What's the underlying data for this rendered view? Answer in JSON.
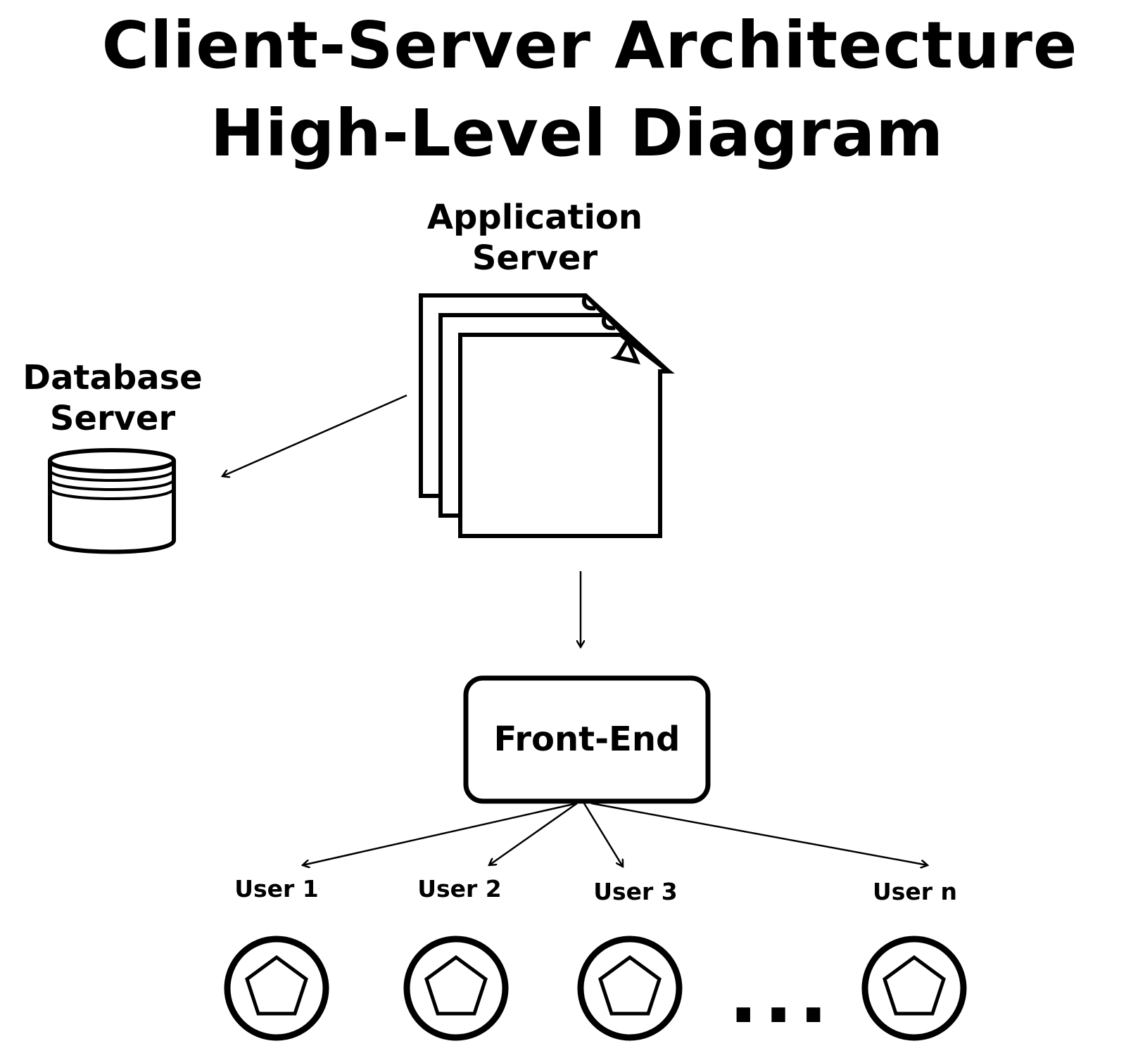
{
  "title": {
    "line1": "Client-Server Architecture",
    "line2": "High-Level Diagram"
  },
  "nodes": {
    "application_server": {
      "line1": "Application",
      "line2": "Server",
      "icon": "stacked-documents-icon"
    },
    "database_server": {
      "line1": "Database",
      "line2": "Server",
      "icon": "database-cylinder-icon"
    },
    "front_end": {
      "label": "Front-End",
      "icon": "rounded-box"
    }
  },
  "users": [
    {
      "label": "User 1",
      "icon": "user-pentagon-icon"
    },
    {
      "label": "User 2",
      "icon": "user-pentagon-icon"
    },
    {
      "label": "User 3",
      "icon": "user-pentagon-icon"
    },
    {
      "label": "User n",
      "icon": "user-pentagon-icon"
    }
  ],
  "ellipsis": "...",
  "edges": [
    {
      "from": "Application Server",
      "to": "Database Server"
    },
    {
      "from": "Application Server",
      "to": "Front-End"
    },
    {
      "from": "Front-End",
      "to": "User 1"
    },
    {
      "from": "Front-End",
      "to": "User 2"
    },
    {
      "from": "Front-End",
      "to": "User 3"
    },
    {
      "from": "Front-End",
      "to": "User n"
    }
  ],
  "colors": {
    "stroke": "#000000",
    "background": "#ffffff"
  }
}
